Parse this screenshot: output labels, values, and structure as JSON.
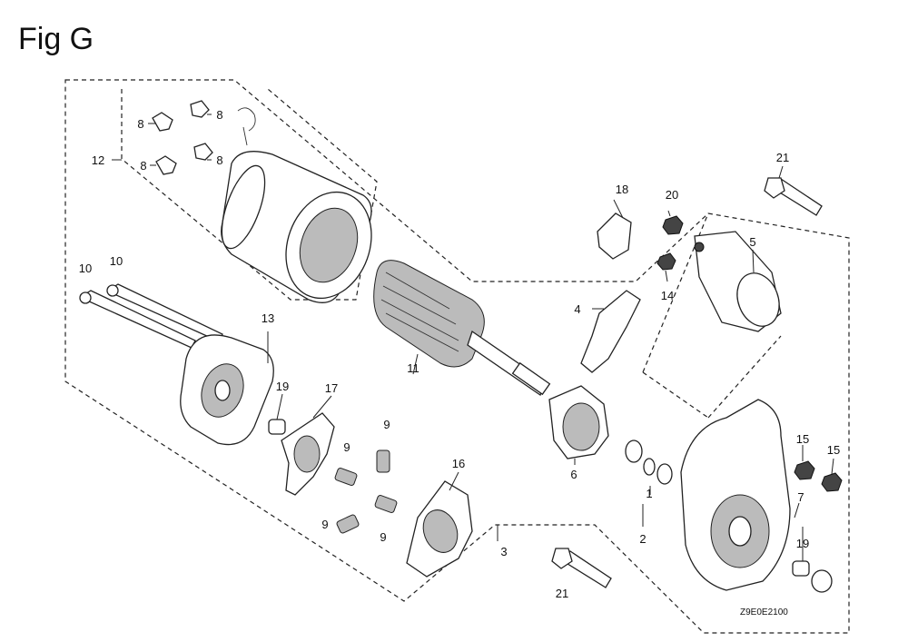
{
  "figure": {
    "title": "Fig G",
    "code": "Z9E0E2100"
  },
  "callouts": {
    "c1": "1",
    "c2": "2",
    "c3": "3",
    "c4": "4",
    "c5": "5",
    "c6": "6",
    "c7": "7",
    "c8a": "8",
    "c8b": "8",
    "c8c": "8",
    "c8d": "8",
    "c9a": "9",
    "c9b": "9",
    "c9c": "9",
    "c9d": "9",
    "c10a": "10",
    "c10b": "10",
    "c11": "11",
    "c12": "12",
    "c13": "13",
    "c14": "14",
    "c15a": "15",
    "c15b": "15",
    "c16": "16",
    "c17": "17",
    "c18": "18",
    "c19a": "19",
    "c19b": "19",
    "c20": "20",
    "c21a": "21",
    "c21b": "21"
  }
}
